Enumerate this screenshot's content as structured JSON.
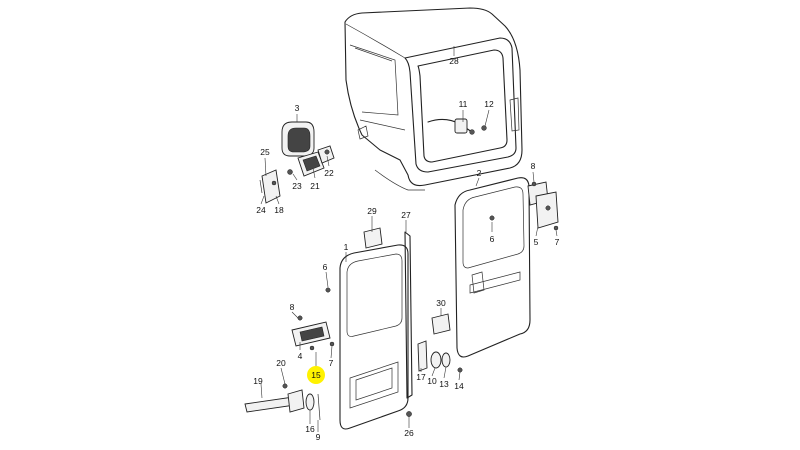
{
  "highlight_color": "#fff200",
  "callouts": [
    {
      "id": "c28",
      "text": "28"
    },
    {
      "id": "c11",
      "text": "11"
    },
    {
      "id": "c12",
      "text": "12"
    },
    {
      "id": "c3",
      "text": "3"
    },
    {
      "id": "c25",
      "text": "25"
    },
    {
      "id": "c23",
      "text": "23"
    },
    {
      "id": "c21",
      "text": "21"
    },
    {
      "id": "c22",
      "text": "22"
    },
    {
      "id": "c24",
      "text": "24"
    },
    {
      "id": "c18",
      "text": "18"
    },
    {
      "id": "c2",
      "text": "2"
    },
    {
      "id": "c8a",
      "text": "8"
    },
    {
      "id": "c6a",
      "text": "6"
    },
    {
      "id": "c5",
      "text": "5"
    },
    {
      "id": "c7a",
      "text": "7"
    },
    {
      "id": "c29",
      "text": "29"
    },
    {
      "id": "c27",
      "text": "27"
    },
    {
      "id": "c1",
      "text": "1"
    },
    {
      "id": "c6b",
      "text": "6"
    },
    {
      "id": "c30",
      "text": "30"
    },
    {
      "id": "c8b",
      "text": "8"
    },
    {
      "id": "c4",
      "text": "4"
    },
    {
      "id": "c7b",
      "text": "7"
    },
    {
      "id": "c20",
      "text": "20"
    },
    {
      "id": "c15",
      "text": "15"
    },
    {
      "id": "c17",
      "text": "17"
    },
    {
      "id": "c10",
      "text": "10"
    },
    {
      "id": "c13",
      "text": "13"
    },
    {
      "id": "c14",
      "text": "14"
    },
    {
      "id": "c19",
      "text": "19"
    },
    {
      "id": "c16",
      "text": "16"
    },
    {
      "id": "c9",
      "text": "9"
    },
    {
      "id": "c26",
      "text": "26"
    }
  ]
}
